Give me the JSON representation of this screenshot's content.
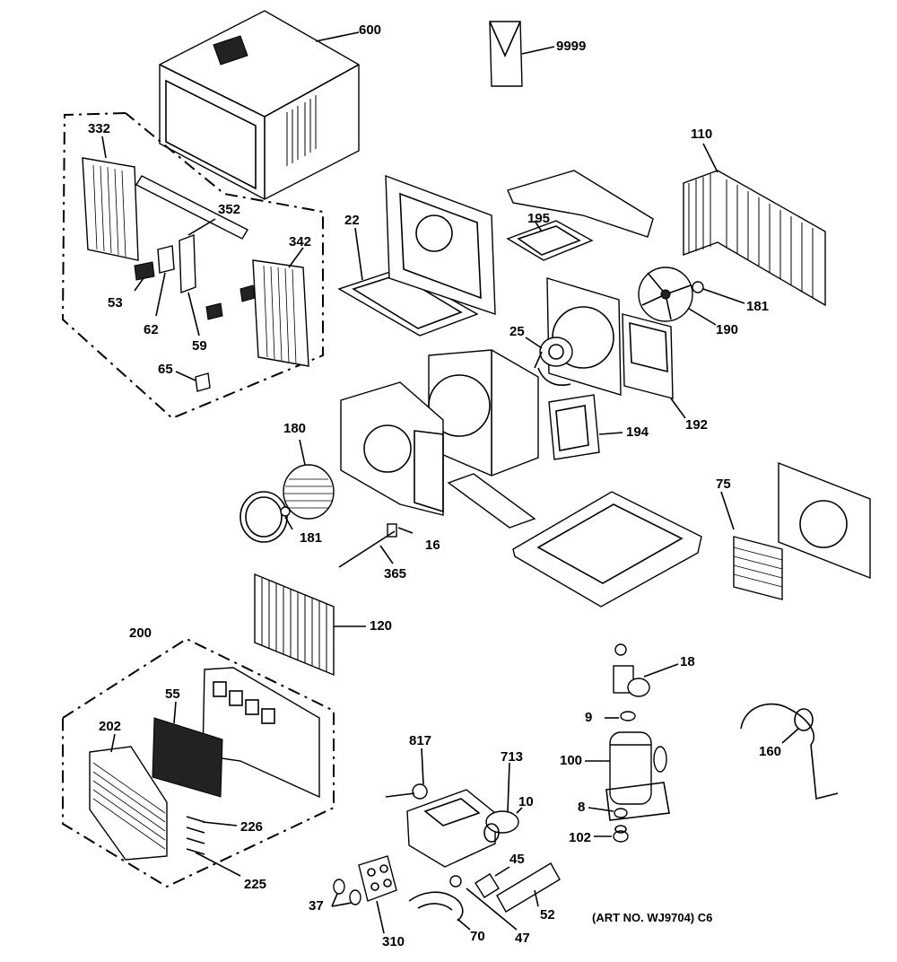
{
  "labels": {
    "p600": "600",
    "p9999": "9999",
    "p332": "332",
    "p352": "352",
    "p342": "342",
    "p53": "53",
    "p62": "62",
    "p59": "59",
    "p65": "65",
    "p22": "22",
    "p195": "195",
    "p110": "110",
    "p181a": "181",
    "p190": "190",
    "p25": "25",
    "p192": "192",
    "p194": "194",
    "p180": "180",
    "p181b": "181",
    "p16": "16",
    "p365": "365",
    "p75": "75",
    "p120": "120",
    "p200": "200",
    "p55": "55",
    "p202": "202",
    "p226": "226",
    "p225": "225",
    "p817": "817",
    "p713": "713",
    "p10": "10",
    "p45": "45",
    "p37": "37",
    "p310": "310",
    "p70": "70",
    "p47": "47",
    "p52": "52",
    "p18": "18",
    "p9": "9",
    "p100": "100",
    "p8": "8",
    "p102": "102",
    "p160": "160"
  },
  "art_note": "(ART NO. WJ9704) C6"
}
